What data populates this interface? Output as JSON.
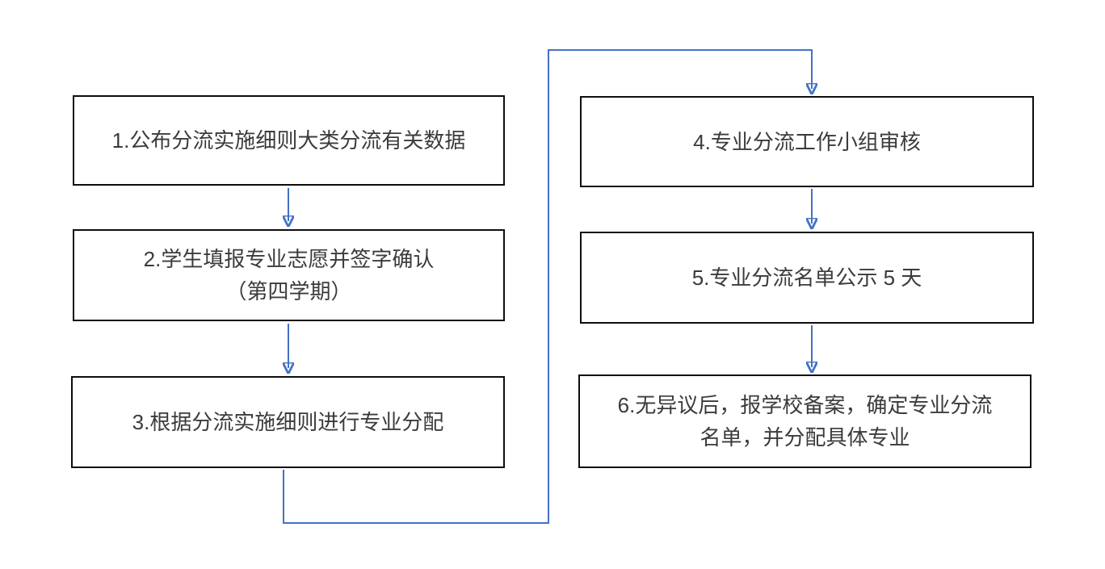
{
  "diagram": {
    "type": "flowchart",
    "description": "专业分流工作流程图 (major-splitting workflow, 6 numbered steps in two columns)",
    "colors": {
      "arrow": "#4472C4",
      "box_border": "#0d0d0d",
      "text": "#3b3b3b",
      "background": "#ffffff"
    },
    "nodes": [
      {
        "id": 1,
        "lines": [
          "1.公布分流实施细则大类分流有关数据"
        ]
      },
      {
        "id": 2,
        "lines": [
          "2.学生填报专业志愿并签字确认",
          "（第四学期）"
        ]
      },
      {
        "id": 3,
        "lines": [
          "3.根据分流实施细则进行专业分配"
        ]
      },
      {
        "id": 4,
        "lines": [
          "4.专业分流工作小组审核"
        ]
      },
      {
        "id": 5,
        "lines": [
          "5.专业分流名单公示 5 天"
        ]
      },
      {
        "id": 6,
        "lines": [
          "6.无异议后，报学校备案，确定专业分流",
          "名单，并分配具体专业"
        ]
      }
    ],
    "connections": [
      {
        "from": 1,
        "to": 2,
        "style": "straight-down-arrow"
      },
      {
        "from": 2,
        "to": 3,
        "style": "straight-down-arrow"
      },
      {
        "from": 3,
        "to": 4,
        "style": "elbow-down-right-up-right-down-arrow"
      },
      {
        "from": 4,
        "to": 5,
        "style": "straight-down-arrow"
      },
      {
        "from": 5,
        "to": 6,
        "style": "straight-down-arrow"
      }
    ]
  }
}
